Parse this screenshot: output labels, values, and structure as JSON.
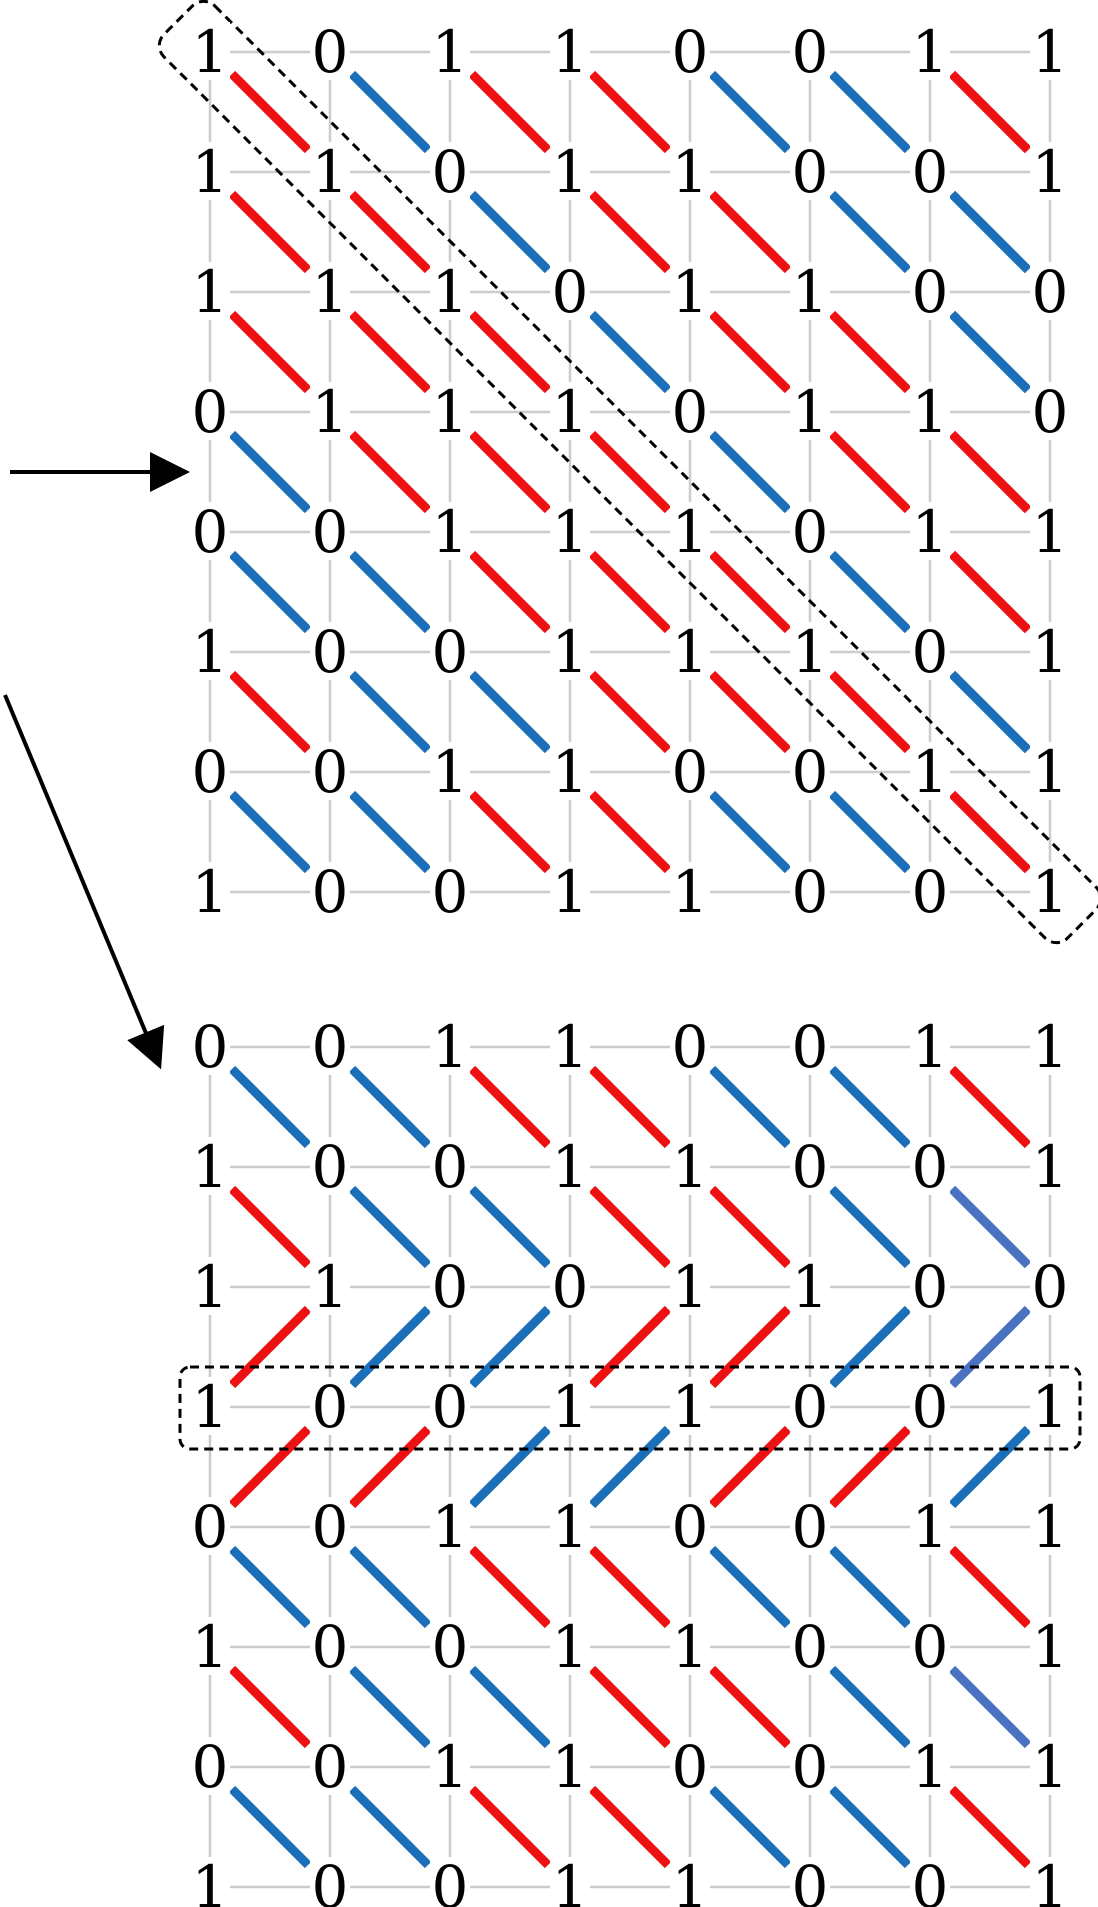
{
  "colors": {
    "grid": "#cccccc",
    "red": "#ee1111",
    "blue": "#1a6fb8",
    "steel_blue": "#4a72c0",
    "text": "#000000",
    "arrow": "#000000",
    "highlight_border": "#000000"
  },
  "top_grid": {
    "rows": [
      [
        "1",
        "0",
        "1",
        "1",
        "0",
        "0",
        "1",
        "1"
      ],
      [
        "1",
        "1",
        "0",
        "1",
        "1",
        "0",
        "0",
        "1"
      ],
      [
        "1",
        "1",
        "1",
        "0",
        "1",
        "1",
        "0",
        "0"
      ],
      [
        "0",
        "1",
        "1",
        "1",
        "0",
        "1",
        "1",
        "0"
      ],
      [
        "0",
        "0",
        "1",
        "1",
        "1",
        "0",
        "1",
        "1"
      ],
      [
        "1",
        "0",
        "0",
        "1",
        "1",
        "1",
        "0",
        "1"
      ],
      [
        "0",
        "0",
        "1",
        "1",
        "0",
        "0",
        "1",
        "1"
      ],
      [
        "1",
        "0",
        "0",
        "1",
        "1",
        "0",
        "0",
        "1"
      ]
    ],
    "highlight": "main-diagonal"
  },
  "bottom_grid": {
    "rows": [
      [
        "0",
        "0",
        "1",
        "1",
        "0",
        "0",
        "1",
        "1"
      ],
      [
        "1",
        "0",
        "0",
        "1",
        "1",
        "0",
        "0",
        "1"
      ],
      [
        "1",
        "1",
        "0",
        "0",
        "1",
        "1",
        "0",
        "0"
      ],
      [
        "1",
        "0",
        "0",
        "1",
        "1",
        "0",
        "0",
        "1"
      ],
      [
        "0",
        "0",
        "1",
        "1",
        "0",
        "0",
        "1",
        "1"
      ],
      [
        "1",
        "0",
        "0",
        "1",
        "1",
        "0",
        "0",
        "1"
      ],
      [
        "0",
        "0",
        "1",
        "1",
        "0",
        "0",
        "1",
        "1"
      ],
      [
        "1",
        "0",
        "0",
        "1",
        "1",
        "0",
        "0",
        "1"
      ]
    ],
    "highlight": "row-4"
  },
  "arrows": [
    {
      "name": "row-pointer-arrow",
      "direction": "right"
    },
    {
      "name": "grid-transition-arrow",
      "direction": "down-right"
    }
  ]
}
